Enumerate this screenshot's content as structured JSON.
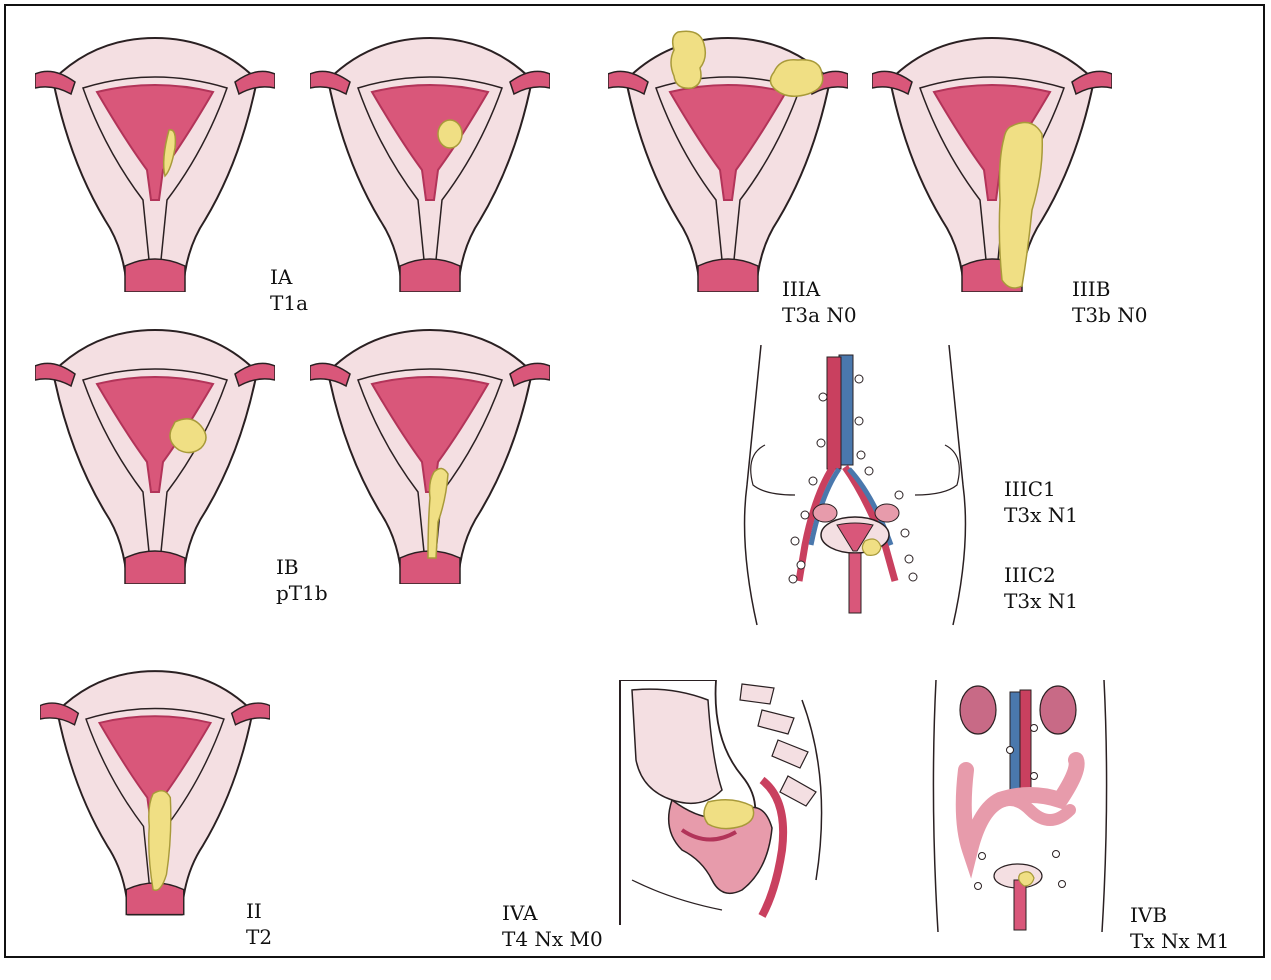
{
  "stages": [
    {
      "id": "ia",
      "stage": "IA",
      "tnm": "T1a"
    },
    {
      "id": "ib",
      "stage": "IB",
      "tnm": "pT1b"
    },
    {
      "id": "ii",
      "stage": "II",
      "tnm": "T2"
    },
    {
      "id": "iiia",
      "stage": "IIIA",
      "tnm": "T3a N0"
    },
    {
      "id": "iiib",
      "stage": "IIIB",
      "tnm": "T3b N0"
    },
    {
      "id": "iiic1",
      "stage": "IIIC1",
      "tnm": "T3x N1"
    },
    {
      "id": "iiic2",
      "stage": "IIIC2",
      "tnm": "T3x N1"
    },
    {
      "id": "iva",
      "stage": "IVA",
      "tnm": "T4 Nx M0"
    },
    {
      "id": "ivb",
      "stage": "IVB",
      "tnm": "Tx Nx M1"
    }
  ],
  "colors": {
    "uterus_fill": "#f4dfe2",
    "uterus_outline": "#2a2022",
    "endometrium": "#d9577a",
    "endometrium_dark": "#b23459",
    "tumor": "#f0df84",
    "tumor_outline": "#a89a3a",
    "artery": "#c9405f",
    "vein": "#4a78ad",
    "kidney": "#c86a86",
    "bowel": "#e79bab"
  }
}
